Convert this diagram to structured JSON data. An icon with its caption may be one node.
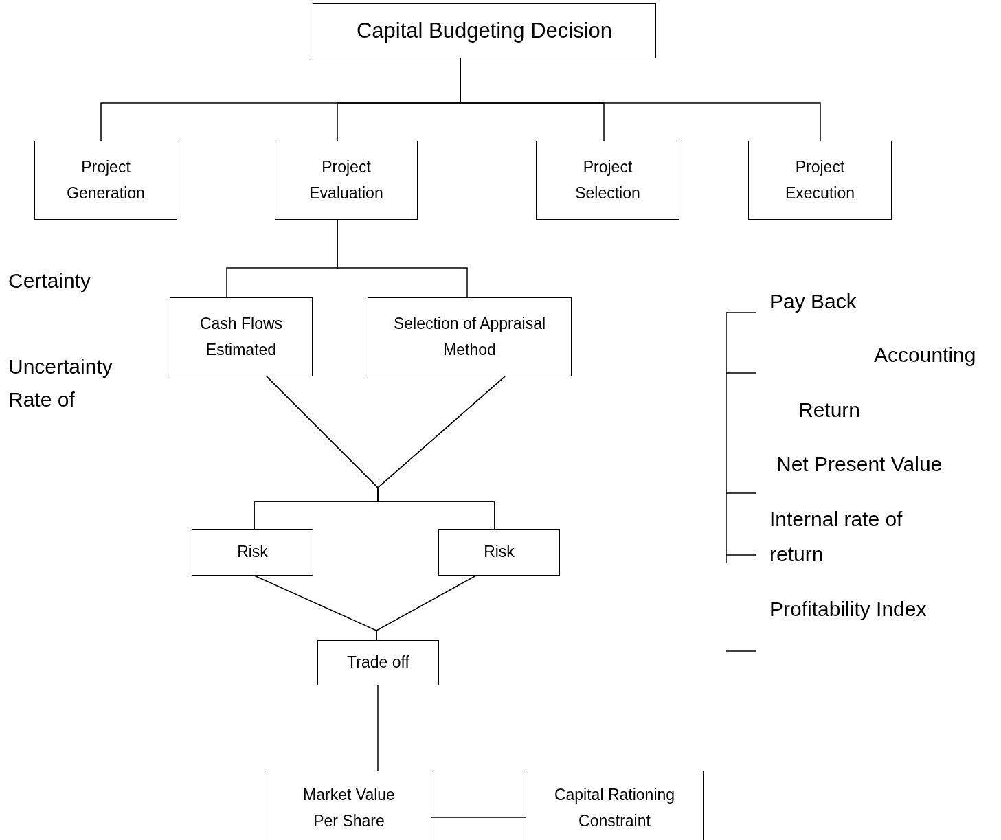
{
  "diagram": {
    "nodes": [
      {
        "text": [
          "Capital Budgeting Decision"
        ]
      },
      {
        "text": [
          "Project Generation"
        ]
      },
      {
        "text": [
          "Project Evaluation"
        ]
      },
      {
        "text": [
          "Project Selection"
        ]
      },
      {
        "text": [
          "Project Execution"
        ]
      },
      {
        "text": [
          "Cash Flows Estimated"
        ]
      },
      {
        "text": [
          "Selection of Appraisal Method"
        ]
      },
      {
        "text": [
          "Risk"
        ]
      },
      {
        "text": [
          "Risk"
        ]
      },
      {
        "text": [
          "Trade off"
        ]
      },
      {
        "text": [
          "Market Value Per Share"
        ]
      },
      {
        "text": [
          "Capital Rationing Constraint"
        ]
      }
    ],
    "edges": [
      {
        "from": 0,
        "to": 1,
        "arrow": "none"
      },
      {
        "from": 0,
        "to": 2,
        "arrow": "none"
      },
      {
        "from": 0,
        "to": 3,
        "arrow": "none"
      },
      {
        "from": 0,
        "to": 4,
        "arrow": "none"
      },
      {
        "from": 2,
        "to": 5,
        "arrow": "none"
      },
      {
        "from": 2,
        "to": 6,
        "arrow": "none"
      },
      {
        "from": 5,
        "to": 7,
        "arrow": "none"
      },
      {
        "from": 5,
        "to": 8,
        "arrow": "none"
      },
      {
        "from": 6,
        "to": 7,
        "arrow": "none"
      },
      {
        "from": 6,
        "to": 8,
        "arrow": "none"
      },
      {
        "from": 7,
        "to": 9,
        "arrow": "none"
      },
      {
        "from": 8,
        "to": 9,
        "arrow": "none"
      },
      {
        "from": 9,
        "to": 10,
        "arrow": "none"
      },
      {
        "from": 10,
        "to": 11,
        "arrow": "none"
      }
    ],
    "labels": [
      "Certainty",
      "Pay Back",
      "Accounting",
      "Uncertainty",
      "Rate of",
      "Return",
      "Net Present Value",
      "Internal rate of",
      "return",
      "Profitability Index"
    ]
  }
}
